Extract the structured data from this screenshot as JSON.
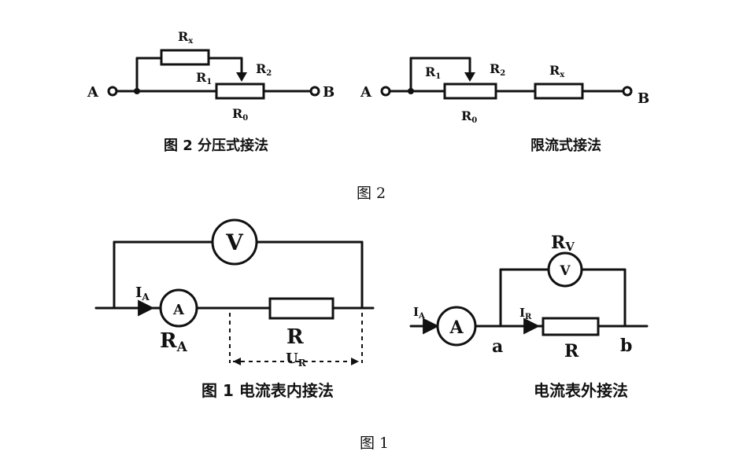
{
  "figure2": {
    "title": "图 2",
    "divider": {
      "caption": "图 2  分压式接法",
      "rx": "R",
      "rx_sub": "x",
      "r1": "R",
      "r1_sub": "1",
      "r2": "R",
      "r2_sub": "2",
      "r0": "R",
      "r0_sub": "0",
      "a": "A",
      "b": "B"
    },
    "limiter": {
      "caption": "限流式接法",
      "rx": "R",
      "rx_sub": "x",
      "r1": "R",
      "r1_sub": "1",
      "r2": "R",
      "r2_sub": "2",
      "r0": "R",
      "r0_sub": "0",
      "a": "A",
      "b": "B"
    }
  },
  "figure1": {
    "title": "图 1",
    "internal": {
      "caption": "图 1 电流表内接法",
      "voltmeter": "V",
      "ammeter": "A",
      "ia": "I",
      "ia_sub": "A",
      "ra": "R",
      "ra_sub": "A",
      "r": "R",
      "ur": "U",
      "ur_sub": "R"
    },
    "external": {
      "caption": "电流表外接法",
      "voltmeter": "V",
      "ammeter": "A",
      "rv": "R",
      "rv_sub": "V",
      "ia": "I",
      "ia_sub": "A",
      "ir": "I",
      "ir_sub": "R",
      "r": "R",
      "a": "a",
      "b": "b"
    }
  }
}
